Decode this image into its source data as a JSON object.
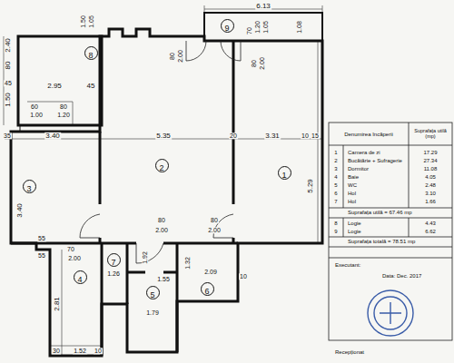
{
  "diagram": {
    "nodes": [
      {
        "text": [
          "1"
        ]
      },
      {
        "text": [
          "2"
        ]
      },
      {
        "text": [
          "3"
        ]
      },
      {
        "text": [
          "4"
        ]
      },
      {
        "text": [
          "5"
        ]
      },
      {
        "text": [
          "6"
        ]
      },
      {
        "text": [
          "7"
        ]
      },
      {
        "text": [
          "8"
        ]
      },
      {
        "text": [
          "9"
        ]
      }
    ],
    "labels": [
      "6.13",
      "2.40",
      "80",
      "1.50",
      "45",
      "2.95",
      "45",
      "60",
      "1.00",
      "80",
      "1.20",
      "1.50",
      "1.05",
      "80",
      "2.00",
      "70",
      "1.20",
      "1.05",
      "80",
      "2.00",
      "1.08",
      "35",
      "3.40",
      "5.35",
      "20",
      "3.31",
      "10",
      "15",
      "5.29",
      "3.40",
      "80",
      "2.00",
      "80",
      "2.00",
      "55",
      "55",
      "70",
      "2.00",
      "1.26",
      "1.92",
      "1.55",
      "1.79",
      "1.32",
      "2.09",
      "10",
      "2.81",
      "30",
      "1.52",
      "10",
      "Denumirea încăperii",
      "Suprafața utilă (mp)",
      "1",
      "Camera de zi",
      "17.29",
      "2",
      "Bucătărie + Sufragerie",
      "27.34",
      "3",
      "Dormitor",
      "11.08",
      "4",
      "Baie",
      "4.05",
      "5",
      "WC",
      "2.48",
      "6",
      "Hol",
      "3.10",
      "7",
      "Hol",
      "1.66",
      "Suprafața utilă = 67.46 mp",
      "8",
      "Logie",
      "4.43",
      "9",
      "Logie",
      "6.62",
      "Suprafața totală = 78.51 mp",
      "Executant:",
      "Data: Dec. 2017",
      "Recepționat"
    ]
  }
}
